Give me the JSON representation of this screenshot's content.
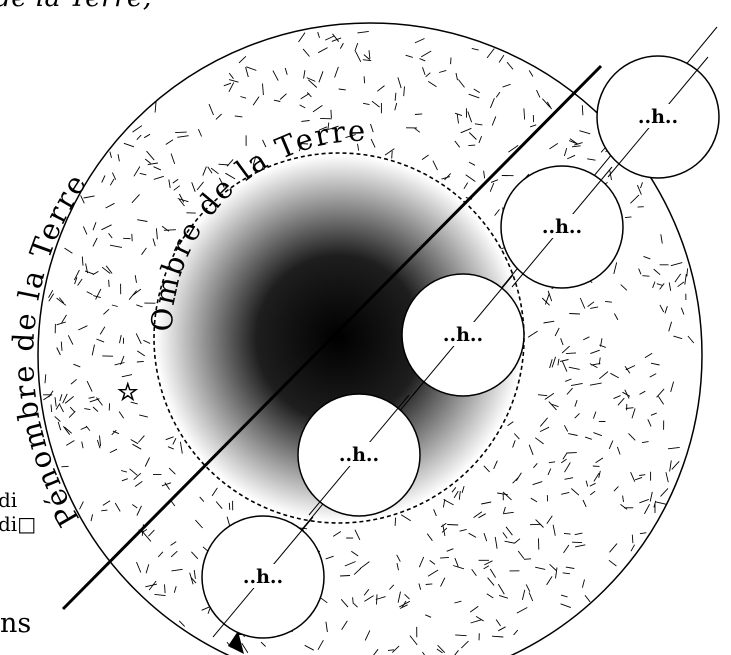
{
  "page_fragments": {
    "top_text": "de la Terre,",
    "left_line_1": "di",
    "left_line_2": "di□",
    "bottom_text": "ns"
  },
  "diagram": {
    "umbra_label": "Ombre de la Terre",
    "penumbra_label": "Pénombre de la Terre",
    "moon_label": "..h..",
    "moon_count": 5,
    "star_symbol": "☆",
    "colors": {
      "umbra_center": "#000000",
      "umbra_edge": "#ffffff",
      "stroke": "#000000"
    }
  }
}
